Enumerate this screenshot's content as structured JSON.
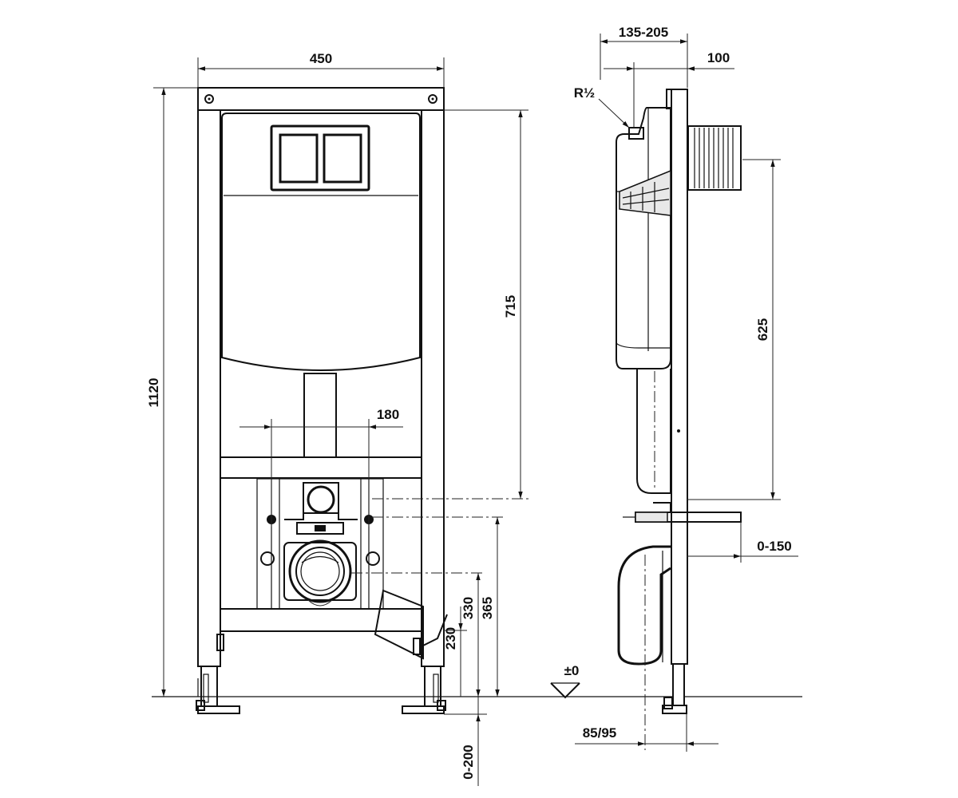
{
  "front_view": {
    "width_label": "450",
    "height_label": "1120",
    "cistern_label": "715",
    "spacing_label": "180",
    "inlet_height_label": "365",
    "outlet_height_label": "330",
    "foot_label": "230",
    "adjust_label": "0-200"
  },
  "side_view": {
    "depth_label": "135-205",
    "offset_label": "100",
    "thread_label": "R½",
    "cistern_height_label": "625",
    "range_label": "0-150",
    "base_label": "85/95",
    "floor_label": "±0"
  }
}
